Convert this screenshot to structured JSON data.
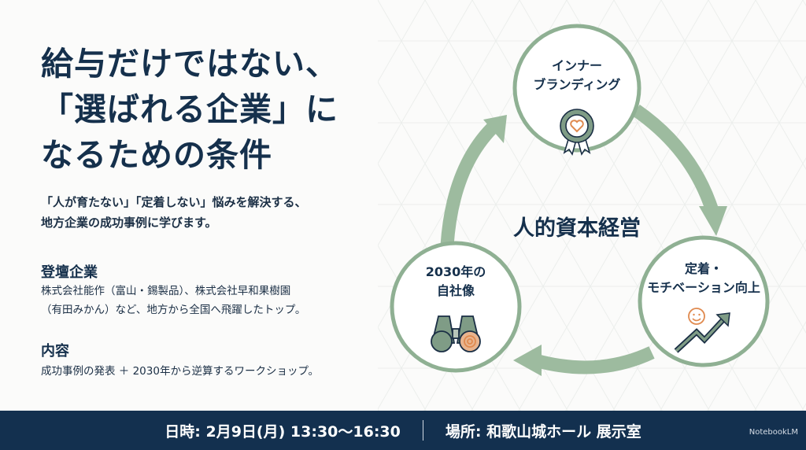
{
  "title": [
    "給与だけではない、",
    "「選ばれる企業」に",
    "なるための条件"
  ],
  "subtitle": [
    "「人が育たない」「定着しない」悩みを解決する、",
    "地方企業の成功事例に学びます。"
  ],
  "speakers": {
    "heading": "登壇企業",
    "lines": [
      "株式会社能作（富山・錫製品）、株式会社早和果樹園",
      "（有田みかん）など、地方から全国へ飛躍したトップ。"
    ]
  },
  "content": {
    "heading": "内容",
    "text": "成功事例の発表 ＋ 2030年から逆算するワークショップ。"
  },
  "diagram": {
    "center": "人的資本経営",
    "nodes": [
      {
        "lines": [
          "インナー",
          "ブランディング"
        ],
        "icon": "award-ribbon-heart-icon"
      },
      {
        "lines": [
          "定着・",
          "モチベーション向上"
        ],
        "icon": "smiley-growth-arrow-icon"
      },
      {
        "lines": [
          "2030年の",
          "自社像"
        ],
        "icon": "binoculars-target-icon"
      }
    ],
    "colors": {
      "green": "#9dbb9f",
      "dark": "#15304c",
      "orange": "#e08a4f"
    }
  },
  "footer": {
    "datetime": "日時: 2月9日(月) 13:30〜16:30",
    "place": "場所: 和歌山城ホール 展示室",
    "brand": "NotebookLM"
  }
}
